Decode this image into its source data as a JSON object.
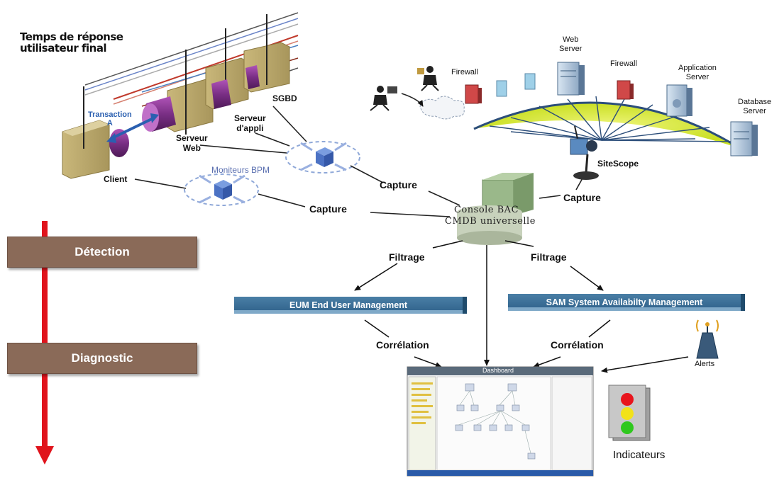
{
  "labels": {
    "response_time_title": "Temps de réponse\nutilisateur final",
    "transaction": "Transaction\nA",
    "client": "Client",
    "serveur_web": "Serveur\nWeb",
    "serveur_appli": "Serveur\nd'appli",
    "sgbd": "SGBD",
    "moniteurs_bpm": "Moniteurs BPM",
    "capture_left": "Capture",
    "capture_mid": "Capture",
    "capture_right": "Capture",
    "console_line1": "Console BAC",
    "console_line2": "CMDB universelle",
    "filtrage_left": "Filtrage",
    "filtrage_right": "Filtrage",
    "eum": "EUM End User Management",
    "sam": "SAM System Availabilty Management",
    "correlation_left": "Corrélation",
    "correlation_right": "Corrélation",
    "dashboard": "Dashboard",
    "alerts": "Alerts",
    "indicateurs": "Indicateurs",
    "detection": "Détection",
    "diagnostic": "Diagnostic",
    "firewall_1": "Firewall",
    "web_server": "Web\nServer",
    "firewall_2": "Firewall",
    "application_server": "Application\nServer",
    "database_server": "Database\nServer",
    "sitescope": "SiteScope"
  },
  "colors": {
    "stage_box": "#8a6a58",
    "timeline_arrow": "#e0141c",
    "module_bar": "#2e6089",
    "network_ellipse": "#d8ec3a",
    "traffic_red": "#e8141c",
    "traffic_yellow": "#f2e21a",
    "traffic_green": "#2fc81e"
  },
  "icons": [
    "user-icon",
    "cloud-icon",
    "firewall-icon",
    "server-icon",
    "antenna-icon",
    "sitescope-probe-icon",
    "bpm-monitor-icon",
    "console-icon",
    "traffic-light-icon",
    "dashboard-screenshot-icon"
  ]
}
